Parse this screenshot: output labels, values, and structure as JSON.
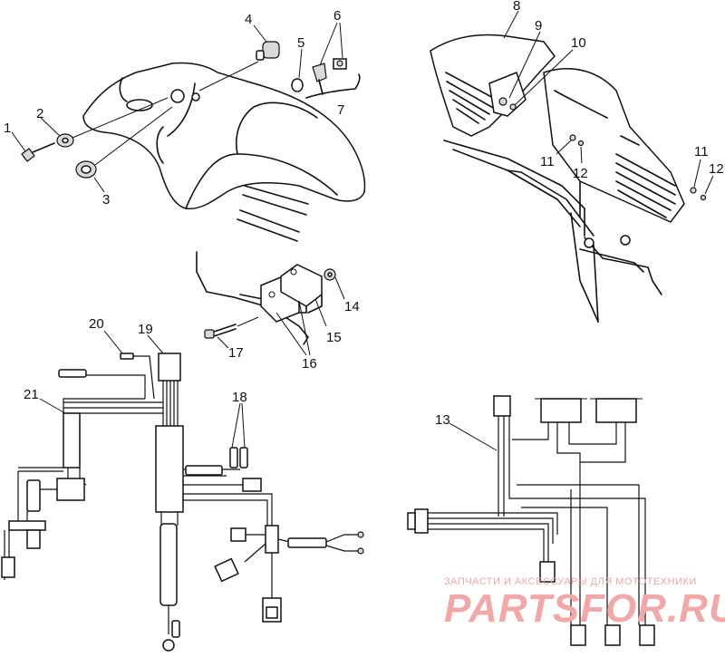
{
  "callouts": {
    "top_left": [
      "1",
      "2",
      "3",
      "4",
      "5",
      "6",
      "7"
    ],
    "top_right": [
      "8",
      "9",
      "10",
      "11",
      "12",
      "11",
      "12"
    ],
    "middle": [
      "14",
      "15",
      "16",
      "17"
    ],
    "bottom_left": [
      "18",
      "19",
      "20",
      "21"
    ],
    "bottom_right": [
      "13"
    ]
  },
  "watermark": {
    "line1": "ЗАПЧАСТИ И АКСЕССУАРЫ ДЛЯ МОТОТЕХНИКИ",
    "line2": "PARTSFOR.RU"
  },
  "colors": {
    "line": "#111111",
    "background": "#ffffff",
    "watermark": "#f0a8a8"
  }
}
